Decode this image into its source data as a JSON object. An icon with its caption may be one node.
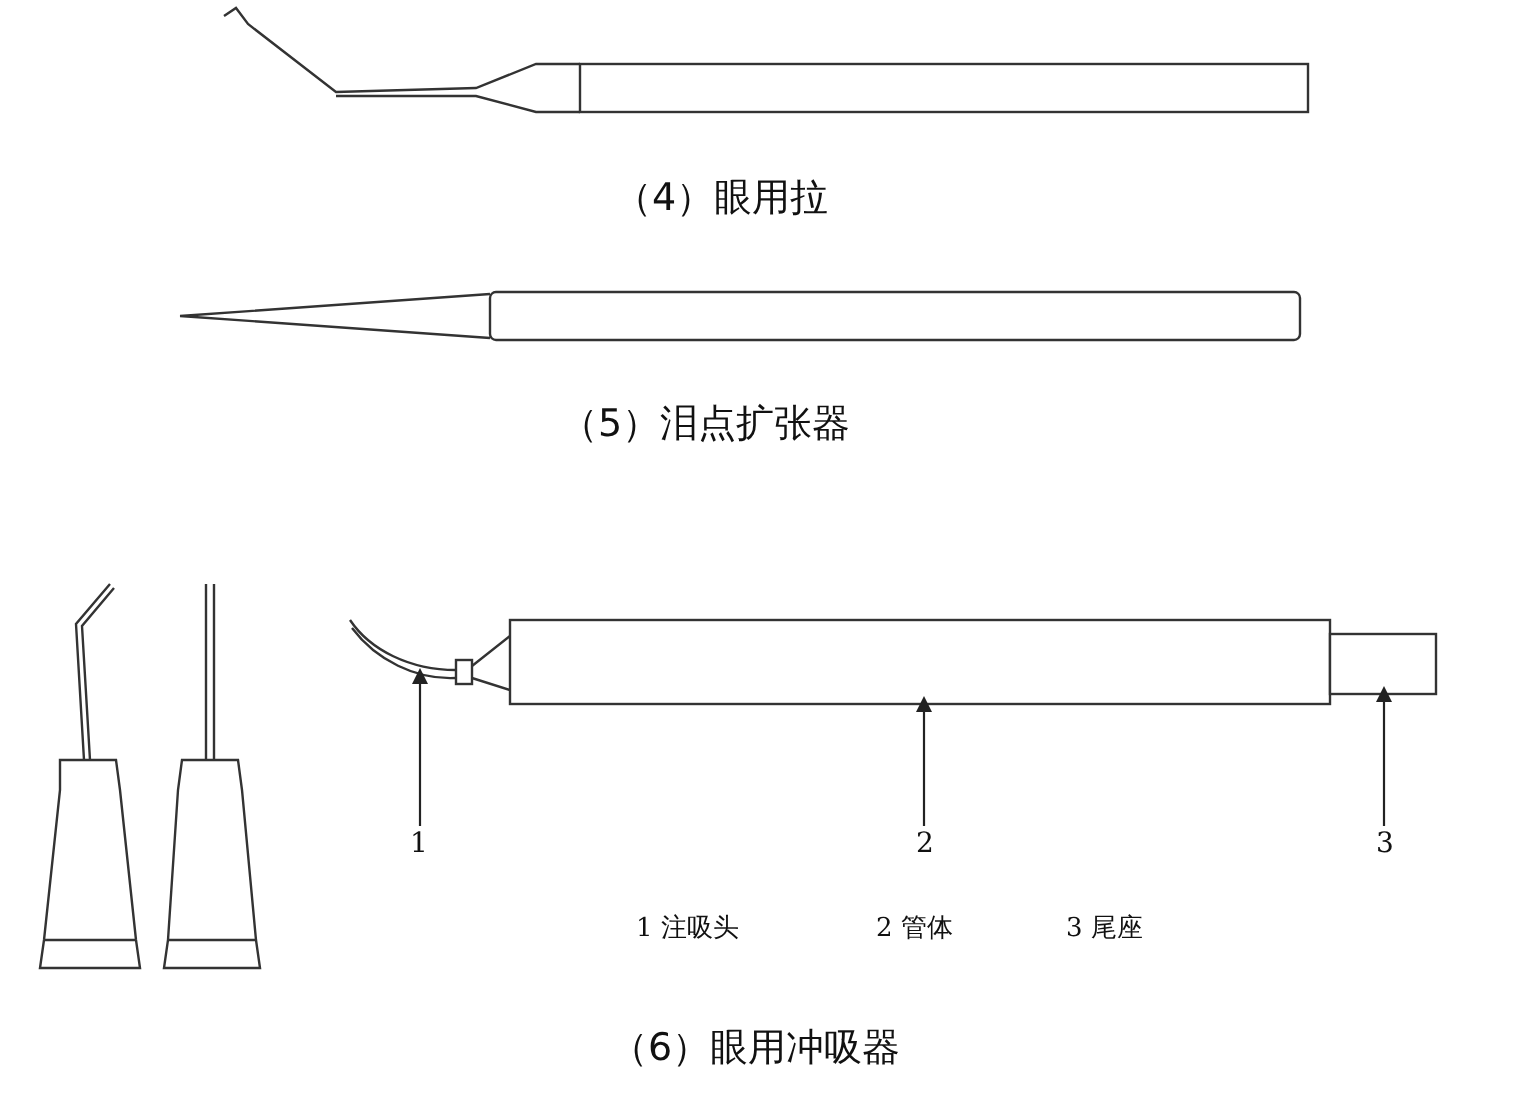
{
  "diagram": {
    "nodes": [
      {
        "text": [
          "1"
        ]
      },
      {
        "text": [
          "2"
        ]
      },
      {
        "text": [
          "3"
        ]
      },
      {
        "text": [],
        "shape": "picture"
      },
      {
        "text": [],
        "shape": "bar"
      },
      {
        "text": [],
        "shape": "bar"
      }
    ],
    "edges": [
      {
        "from": 0,
        "to": 3,
        "arrow": "to"
      },
      {
        "from": 1,
        "to": 4,
        "arrow": "to"
      },
      {
        "from": 2,
        "to": 5,
        "arrow": "to"
      }
    ],
    "labels": [
      "（4）眼用拉",
      "（5）泪点扩张器",
      "1 注吸头",
      "2 管体",
      "3 尾座",
      "（6）眼用冲吸器"
    ]
  }
}
